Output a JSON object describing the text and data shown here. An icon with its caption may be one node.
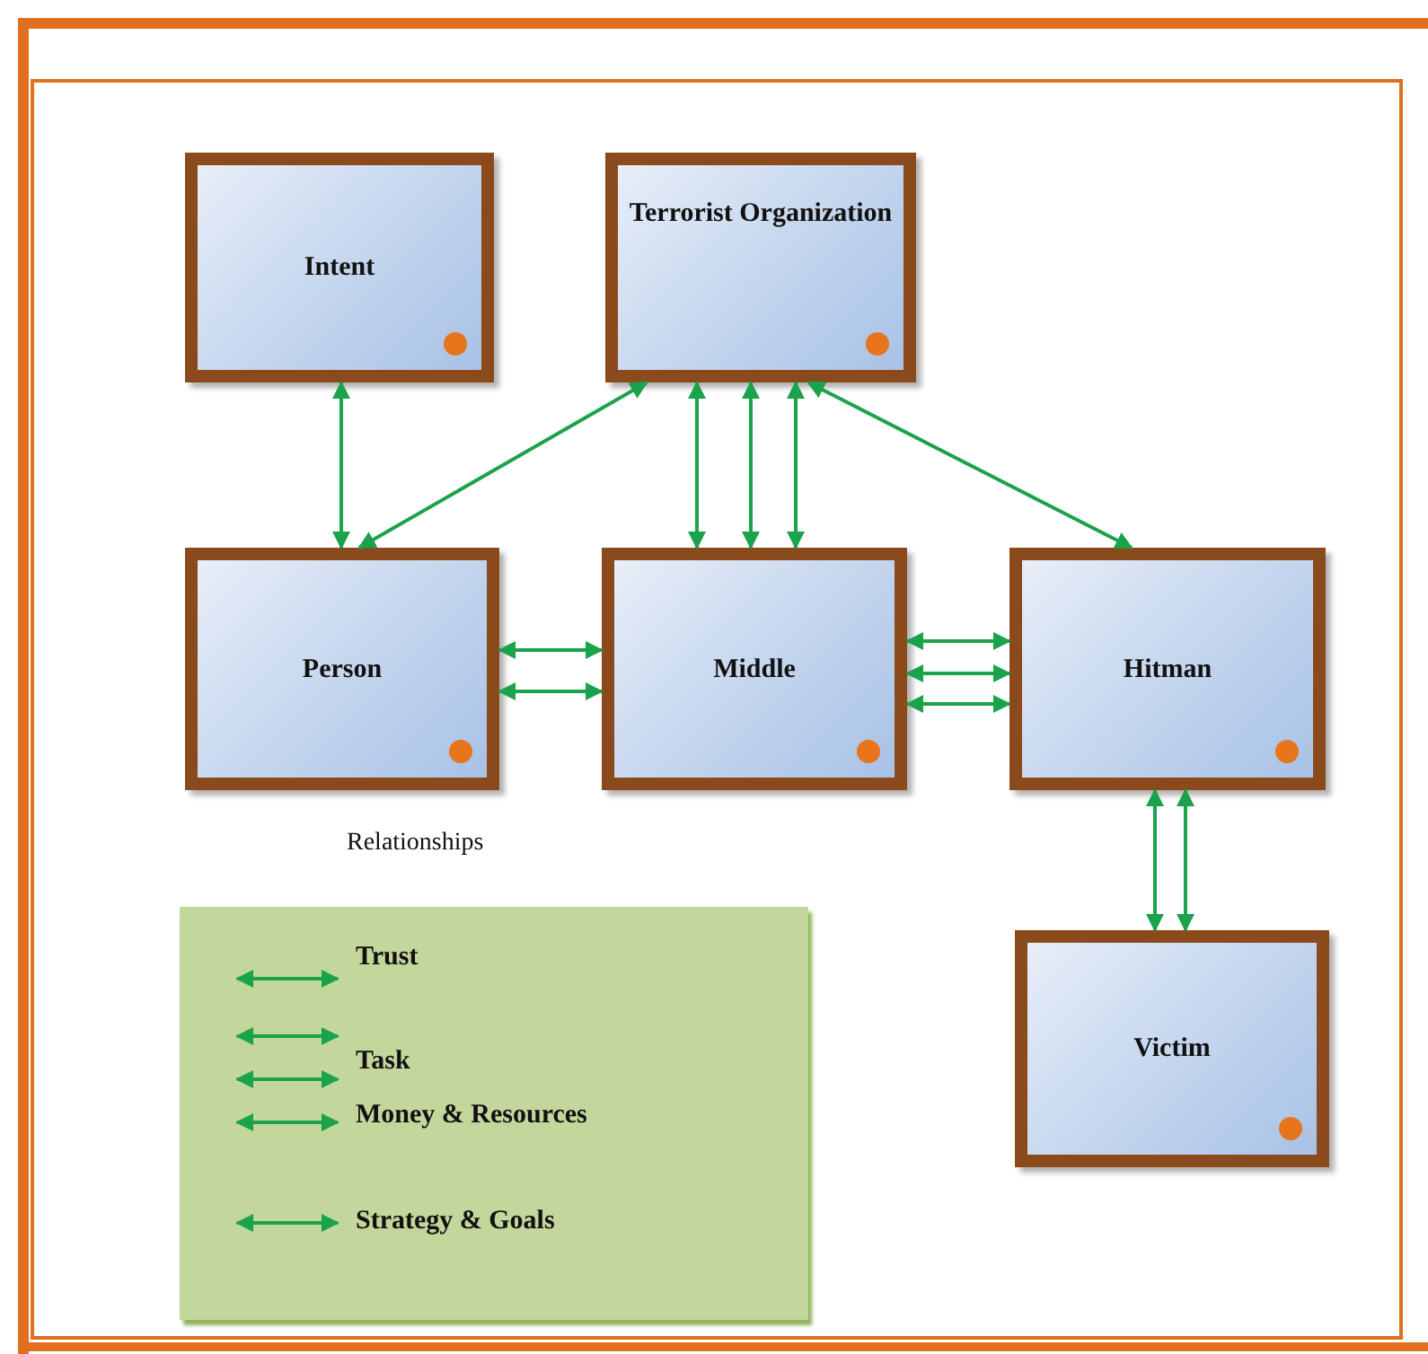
{
  "diagram": {
    "nodes": [
      {
        "text": [
          "Intent"
        ]
      },
      {
        "text": [
          "Terrorist Organization"
        ]
      },
      {
        "text": [
          "Person"
        ]
      },
      {
        "text": [
          "Middle"
        ]
      },
      {
        "text": [
          "Hitman"
        ]
      },
      {
        "text": [
          "Victim"
        ]
      }
    ],
    "edges": [
      {
        "from": 2,
        "to": 0,
        "arrow": "both"
      },
      {
        "from": 2,
        "to": 1,
        "arrow": "both"
      },
      {
        "from": 3,
        "to": 1,
        "arrow": "both"
      },
      {
        "from": 3,
        "to": 1,
        "arrow": "both"
      },
      {
        "from": 3,
        "to": 1,
        "arrow": "both"
      },
      {
        "from": 4,
        "to": 1,
        "arrow": "both"
      },
      {
        "from": 2,
        "to": 3,
        "arrow": "both"
      },
      {
        "from": 2,
        "to": 3,
        "arrow": "both"
      },
      {
        "from": 3,
        "to": 4,
        "arrow": "both"
      },
      {
        "from": 3,
        "to": 4,
        "arrow": "both"
      },
      {
        "from": 3,
        "to": 4,
        "arrow": "both"
      },
      {
        "from": 5,
        "to": 4,
        "arrow": "both"
      },
      {
        "from": 5,
        "to": 4,
        "arrow": "both"
      }
    ],
    "labels": [
      "Relationships"
    ],
    "legend": [
      {
        "text": "Trust"
      },
      {
        "text": "Task"
      },
      {
        "text": "Money & Resources"
      },
      {
        "text": "Strategy & Goals"
      }
    ]
  }
}
